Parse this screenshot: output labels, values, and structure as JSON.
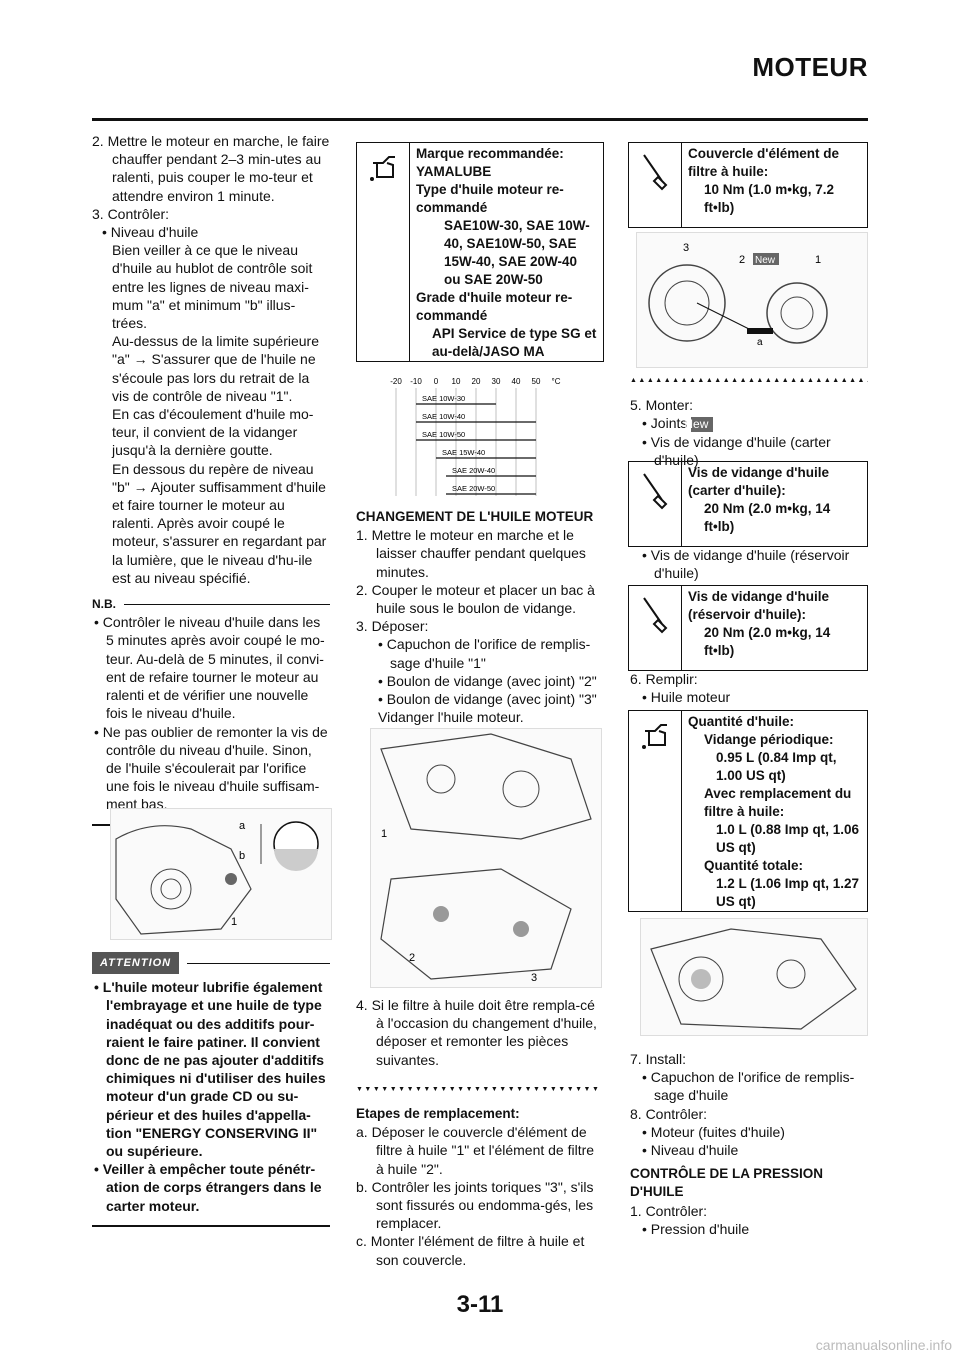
{
  "header": {
    "title": "MOTEUR"
  },
  "col1": {
    "step2": "2. Mettre le moteur en marche, le faire chauffer pendant 2–3 min-utes au ralenti, puis couper le mo-teur et attendre environ 1 minute.",
    "step3": "3. Contrôler:",
    "bullet_level": "• Niveau d'huile",
    "level_p1": "Bien veiller à ce que le niveau d'huile au hublot de contrôle soit entre les lignes de niveau maxi-mum \"a\" et minimum \"b\" illus-trées.",
    "level_p2": "Au-dessus de la limite supérieure \"a\" → S'assurer que de l'huile ne s'écoule pas lors du retrait de la vis de contrôle de niveau \"1\".",
    "level_p3": "En cas d'écoulement d'huile mo-teur, il convient de la vidanger jusqu'à la dernière goutte.",
    "level_p4": "En dessous du repère de niveau \"b\" → Ajouter suffisamment d'huile et faire tourner le moteur au ralenti. Après avoir coupé le moteur, s'assurer en regardant par la lumière, que le niveau d'hu-ile est au niveau spécifié.",
    "nb_label": "N.B.",
    "nb1": "• Contrôler le niveau d'huile dans les 5 minutes après avoir coupé le mo-teur. Au-delà de 5 minutes, il convi-ent de refaire tourner le moteur au ralenti et de vérifier une nouvelle fois le niveau d'huile.",
    "nb2": "• Ne pas oublier de remonter la vis de contrôle du niveau d'huile. Sinon, de l'huile s'écoulerait par l'orifice une fois le niveau d'huile suffisam-ment bas.",
    "fig_labels": [
      "a",
      "b",
      "1"
    ],
    "attention_label": "ATTENTION",
    "att1": "• L'huile moteur lubrifie également l'embrayage et une huile de type inadéquat ou des additifs pour-raient le faire patiner. Il convient donc de ne pas ajouter d'additifs chimiques ni d'utiliser des huiles moteur d'un grade CD ou su-périeur et des huiles d'appella-tion \"ENERGY CONSERVING II\" ou supérieure.",
    "att2": "• Veiller à empêcher toute pénétr-ation de corps étrangers dans le carter moteur."
  },
  "col2": {
    "spec": {
      "l1": "Marque recommandée:",
      "l2": "YAMALUBE",
      "l3": "Type d'huile moteur re-commandé",
      "l4": "SAE10W-30, SAE 10W-40, SAE10W-50, SAE 15W-40, SAE 20W-40 ou SAE 20W-50",
      "l5": "Grade d'huile moteur re-commandé",
      "l6": "API Service de type SG et au-delà/JASO MA"
    },
    "temp_chart": {
      "ticks": [
        "-20",
        "-10",
        "0",
        "10",
        "20",
        "30",
        "40",
        "50",
        "°C"
      ],
      "bars": [
        {
          "label": "SAE 10W-30",
          "from": -10,
          "to": 30
        },
        {
          "label": "SAE 10W-40",
          "from": -10,
          "to": 50
        },
        {
          "label": "SAE 10W-50",
          "from": -10,
          "to": 50
        },
        {
          "label": "SAE 15W-40",
          "from": 0,
          "to": 50
        },
        {
          "label": "SAE 20W-40",
          "from": 5,
          "to": 50
        },
        {
          "label": "SAE 20W-50",
          "from": 5,
          "to": 50
        }
      ]
    },
    "heading1": "CHANGEMENT DE L'HUILE MOTEUR",
    "s1": "1. Mettre le moteur en marche et le laisser chauffer pendant quelques minutes.",
    "s2": "2. Couper le moteur et placer un bac à huile sous le boulon de vidange.",
    "s3": "3. Déposer:",
    "s3b1": "• Capuchon de l'orifice de remplis-sage d'huile \"1\"",
    "s3b2": "• Boulon de vidange (avec joint) \"2\"",
    "s3b3": "• Boulon de vidange (avec joint) \"3\"",
    "s3n": "Vidanger l'huile moteur.",
    "fig_labels": [
      "1",
      "2",
      "3"
    ],
    "s4": "4. Si le filtre à huile doit être rempla-cé à l'occasion du changement d'huile, déposer et remonter les pièces suivantes.",
    "repl_head": "Etapes de remplacement:",
    "ra": "a. Déposer le couvercle d'élément de filtre à huile \"1\" et l'élément de filtre à huile \"2\".",
    "rb": "b. Contrôler les joints toriques \"3\", s'ils sont fissurés ou endomma-gés, les remplacer.",
    "rc": "c. Monter l'élément de filtre à huile et son couvercle."
  },
  "col3": {
    "t1": {
      "l1": "Couvercle d'élément de filtre à huile:",
      "l2": "10 Nm (1.0 m•kg, 7.2 ft•lb)"
    },
    "fig_labels": [
      "3",
      "2",
      "1",
      "a"
    ],
    "fig_new": "New",
    "s5": "5. Monter:",
    "s5b1": "• Joints",
    "new_label": "New",
    "s5b2": "• Vis de vidange d'huile (carter d'huile)",
    "t2": {
      "l1": "Vis de vidange d'huile (carter d'huile):",
      "l2": "20 Nm (2.0 m•kg, 14 ft•lb)"
    },
    "s5b3": "• Vis de vidange d'huile (réservoir d'huile)",
    "t3": {
      "l1": "Vis de vidange d'huile (réservoir d'huile):",
      "l2": "20 Nm (2.0 m•kg, 14 ft•lb)"
    },
    "s6": "6. Remplir:",
    "s6b1": "• Huile moteur",
    "q": {
      "l1": "Quantité d'huile:",
      "l2": "Vidange périodique:",
      "l3": "0.95 L (0.84 Imp qt, 1.00 US qt)",
      "l4": "Avec remplacement du filtre à huile:",
      "l5": "1.0 L (0.88 Imp qt, 1.06 US qt)",
      "l6": "Quantité totale:",
      "l7": "1.2 L (1.06 Imp qt, 1.27 US qt)"
    },
    "s7": "7. Install:",
    "s7b1": "• Capuchon de l'orifice de remplis-sage d'huile",
    "s8": "8. Contrôler:",
    "s8b1": "• Moteur (fuites d'huile)",
    "s8b2": "• Niveau d'huile",
    "heading2": "CONTRÔLE DE LA PRESSION D'HUILE",
    "c1": "1. Contrôler:",
    "c1b1": "• Pression d'huile"
  },
  "page_number": "3-11",
  "footer": "carmanualsonline.info"
}
